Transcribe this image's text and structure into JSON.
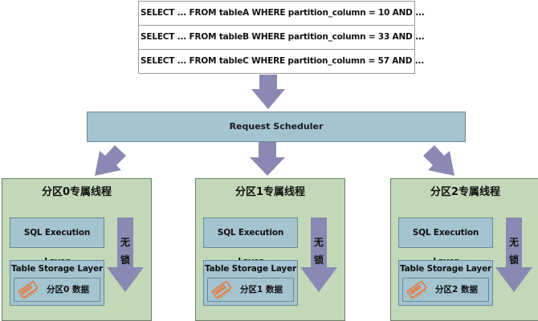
{
  "queries": [
    "SELECT ... FROM tableA WHERE partition_column = 10 AND ...",
    "SELECT ... FROM tableB WHERE partition_column = 33 AND ...",
    "SELECT ... FROM tableC WHERE partition_column = 57 AND ..."
  ],
  "scheduler": {
    "label": "Request Scheduler"
  },
  "partitions": [
    {
      "title": "分区0专属线程",
      "sql_layer": "SQL Execution Layer",
      "storage_layer": "Table Storage Layer",
      "data_label": "分区0 数据",
      "lock_label": "无\n锁"
    },
    {
      "title": "分区1专属线程",
      "sql_layer": "SQL Execution Layer",
      "storage_layer": "Table Storage Layer",
      "data_label": "分区1 数据",
      "lock_label": "无\n锁"
    },
    {
      "title": "分区2专属线程",
      "sql_layer": "SQL Execution Layer",
      "storage_layer": "Table Storage Layer",
      "data_label": "分区2 数据",
      "lock_label": "无\n锁"
    }
  ],
  "icons": {
    "memory": "memory-chip-icon",
    "arrow": "down-arrow-icon"
  },
  "colors": {
    "arrow": "#8a89b3",
    "scheduler": "#a4c4d0",
    "partition": "#c2d8b8",
    "memory_icon": "#e8783a"
  }
}
